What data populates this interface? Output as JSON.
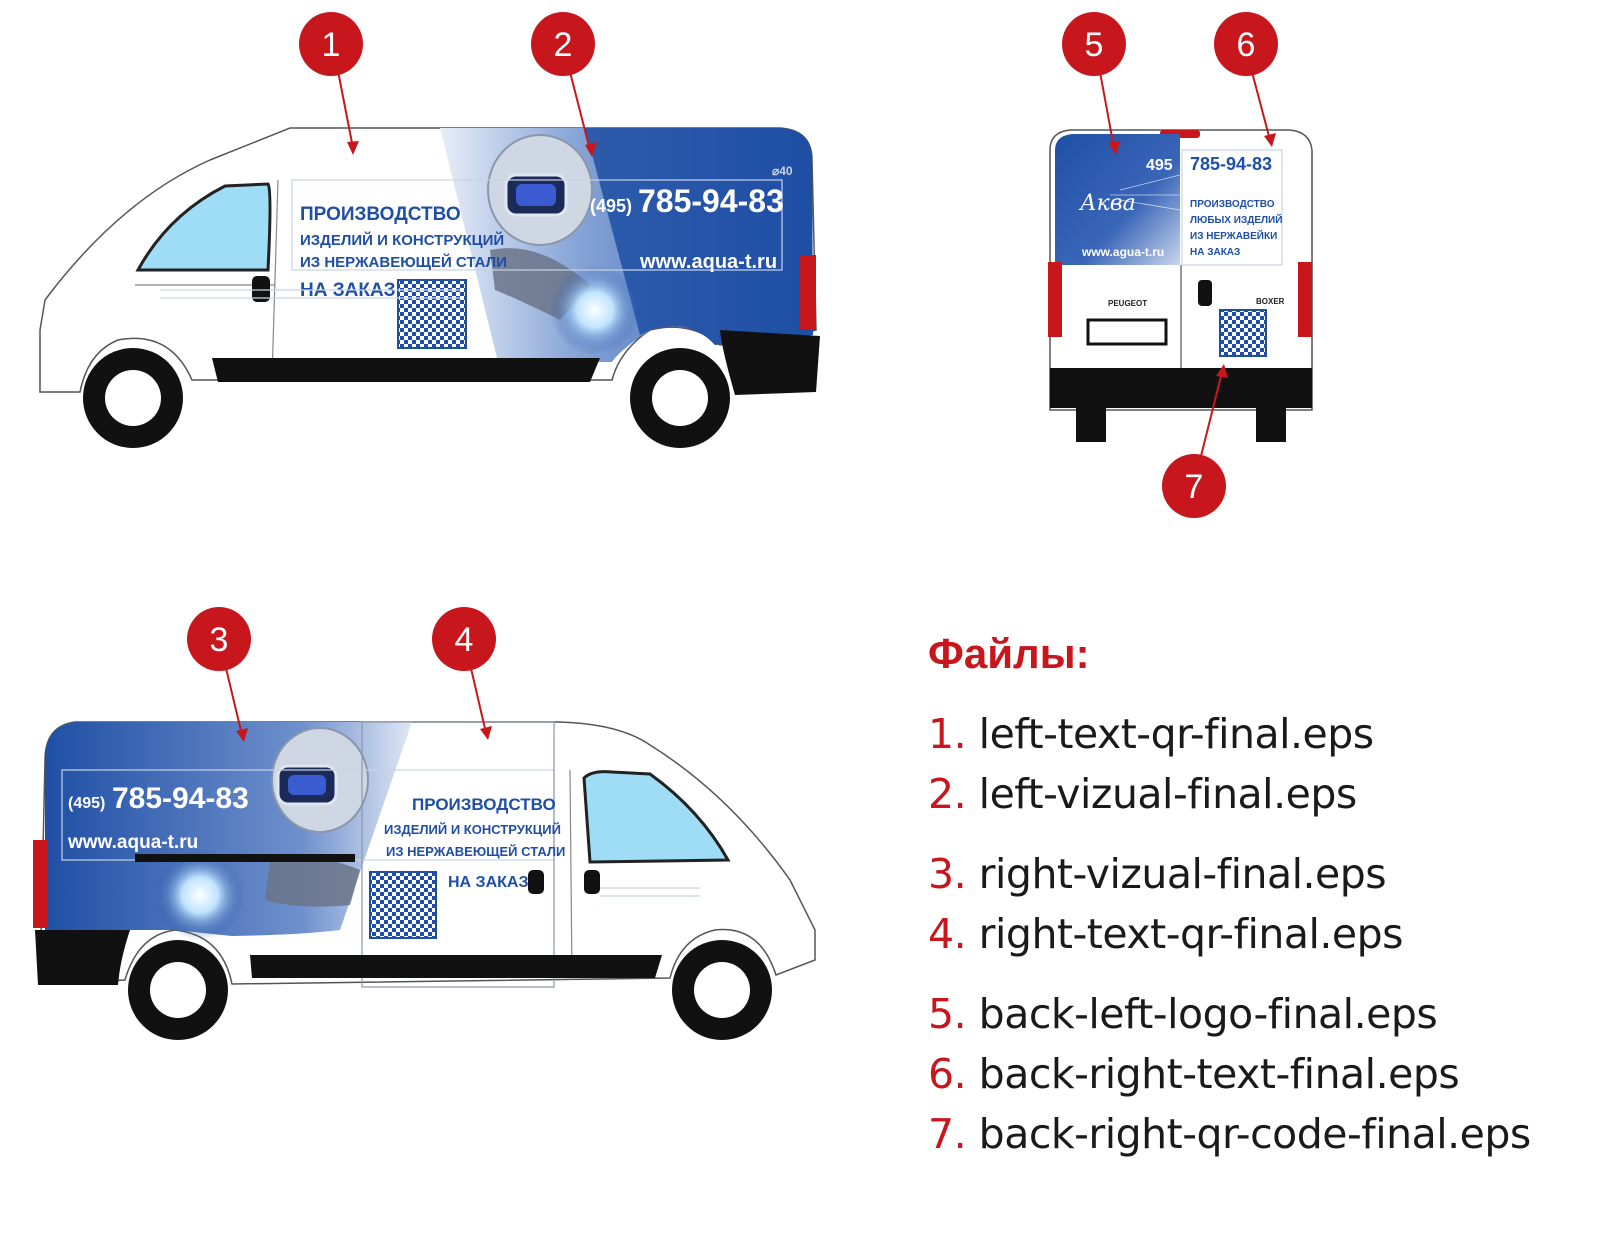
{
  "colors": {
    "marker_red": "#c8161d",
    "brand_blue": "#1f4fa5",
    "dark_blue": "#163a80",
    "text_dark": "#1a1a1a",
    "window_blue": "#9fdcf5"
  },
  "markers": [
    {
      "id": "1",
      "label": "1"
    },
    {
      "id": "2",
      "label": "2"
    },
    {
      "id": "3",
      "label": "3"
    },
    {
      "id": "4",
      "label": "4"
    },
    {
      "id": "5",
      "label": "5"
    },
    {
      "id": "6",
      "label": "6"
    },
    {
      "id": "7",
      "label": "7"
    }
  ],
  "left_van": {
    "headline_1": "ПРОИЗВОДСТВО",
    "headline_2": "ИЗДЕЛИЙ И КОНСТРУКЦИЙ",
    "headline_3": "ИЗ НЕРЖАВЕЮЩЕЙ СТАЛИ",
    "headline_4": "НА ЗАКАЗ",
    "phone_code": "(495)",
    "phone": "785-94-83",
    "website": "www.aqua-t.ru",
    "dim_label": "⌀40"
  },
  "right_van": {
    "headline_1": "ПРОИЗВОДСТВО",
    "headline_2": "ИЗДЕЛИЙ И КОНСТРУКЦИЙ",
    "headline_3": "ИЗ НЕРЖАВЕЮЩЕЙ СТАЛИ",
    "headline_4": "НА ЗАКАЗ",
    "phone_code": "(495)",
    "phone": "785-94-83",
    "website": "www.aqua-t.ru"
  },
  "back_van": {
    "phone_code": "495",
    "phone": "785-94-83",
    "logo": "Аква",
    "website": "www.agua-t.ru",
    "line_1": "ПРОИЗВОДСТВО",
    "line_2": "ЛЮБЫХ ИЗДЕЛИЙ",
    "line_3": "ИЗ НЕРЖАВЕЙКИ",
    "line_4": "НА ЗАКАЗ",
    "brand": "PEUGEOT",
    "model": "BOXER"
  },
  "files": {
    "title": "Файлы:",
    "groups": [
      [
        {
          "num": "1.",
          "name": "left-text-qr-final.eps"
        },
        {
          "num": "2.",
          "name": "left-vizual-final.eps"
        }
      ],
      [
        {
          "num": "3.",
          "name": "right-vizual-final.eps"
        },
        {
          "num": "4.",
          "name": "right-text-qr-final.eps"
        }
      ],
      [
        {
          "num": "5.",
          "name": "back-left-logo-final.eps"
        },
        {
          "num": "6.",
          "name": "back-right-text-final.eps"
        },
        {
          "num": "7.",
          "name": "back-right-qr-code-final.eps"
        }
      ]
    ]
  }
}
